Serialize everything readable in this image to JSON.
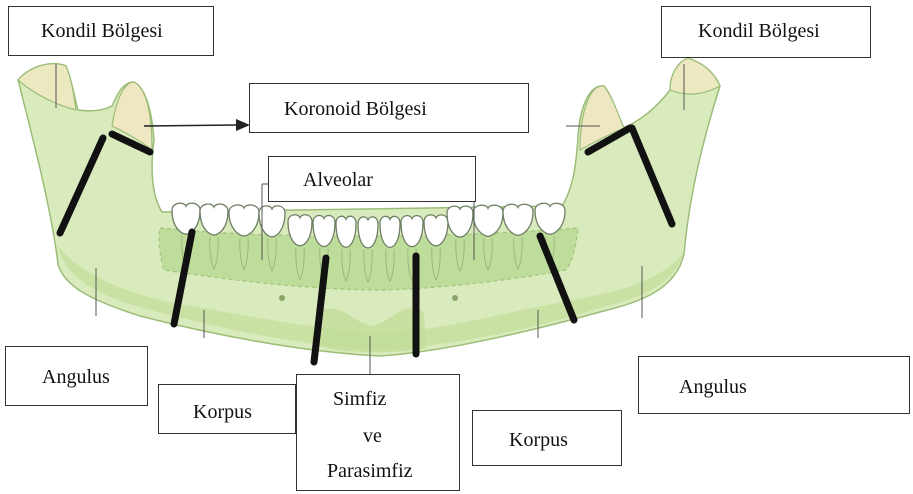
{
  "diagram": {
    "title": "",
    "colors": {
      "bone_fill": "#d9ebbd",
      "bone_stroke": "#9bbd78",
      "bone_shade": "#c2dd98",
      "alveolar_band": "#b7d98f",
      "condyle_fill": "#ece8bf",
      "coronoid_fill": "#efe7c2",
      "teeth_fill": "#ffffff",
      "teeth_stroke": "#6f7f66",
      "divider_line": "#111111",
      "leader_line": "#555555",
      "label_border": "#333333",
      "label_text": "#111111"
    },
    "labels": {
      "condyle_left": "Kondil  Bölgesi",
      "condyle_right": "Kondil  Bölgesi",
      "coronoid": "Koronoid  Bölgesi",
      "alveolar": "Alveolar",
      "angulus_left": "Angulus",
      "angulus_right": "Angulus",
      "corpus_left": "Korpus",
      "corpus_right": "Korpus",
      "symphysis_line1": "Simfiz",
      "symphysis_line2": "ve",
      "symphysis_line3": "Parasimfiz"
    }
  }
}
